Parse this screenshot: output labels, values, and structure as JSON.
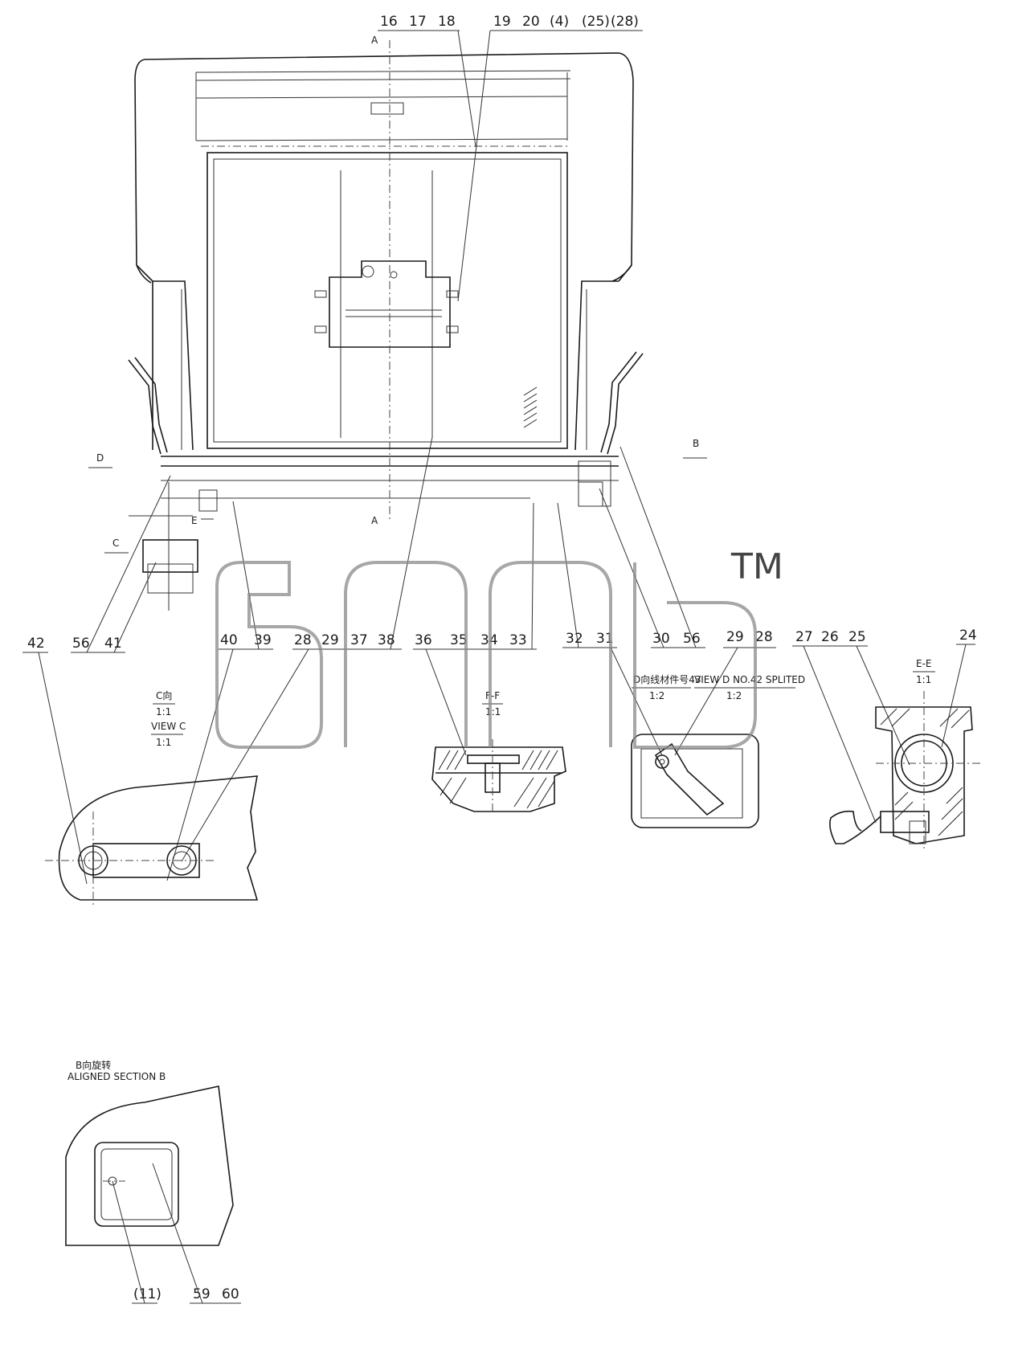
{
  "callouts_top": [
    "16",
    "17",
    "18",
    "19",
    "20",
    "(4)",
    "(25)",
    "(28)"
  ],
  "callouts_mid_left": [
    "42",
    "56",
    "41",
    "40",
    "39",
    "28",
    "29",
    "37",
    "38",
    "36",
    "35",
    "34",
    "33",
    "32",
    "31",
    "30",
    "56",
    "29",
    "28"
  ],
  "callouts_right": [
    "27",
    "26",
    "25",
    "24"
  ],
  "callouts_bottom": [
    "(11)",
    "59",
    "60"
  ],
  "section_markers": {
    "a_top": "A",
    "a_bottom": "A",
    "b": "B",
    "d": "D",
    "c": "C",
    "e": "E"
  },
  "view_c": {
    "cn": "C向",
    "scale1": "1:1",
    "en": "VIEW C",
    "scale2": "1:1"
  },
  "section_ff": {
    "title": "F-F",
    "scale": "1:1"
  },
  "view_d": {
    "cn": "D向线材件号43",
    "scale1": "1:2",
    "en": "VIEW D  NO.42 SPLITED",
    "scale2": "1:2"
  },
  "section_ee": {
    "title": "E-E",
    "scale": "1:1"
  },
  "aligned_section": {
    "cn": "B向旋转",
    "en": "ALIGNED SECTION B"
  },
  "watermark": {
    "text": "TM"
  }
}
